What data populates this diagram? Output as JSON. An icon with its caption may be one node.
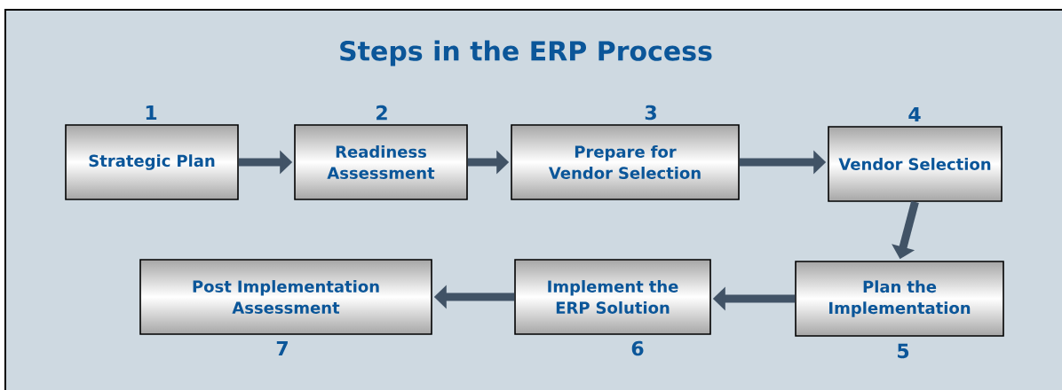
{
  "diagram": {
    "title": "Steps in the ERP Process",
    "nodes": [
      {
        "text": [
          "Strategic Plan"
        ],
        "beside": [
          "1"
        ]
      },
      {
        "text": [
          "Readiness Assessment"
        ],
        "beside": [
          "2"
        ]
      },
      {
        "text": [
          "Prepare for Vendor Selection"
        ],
        "beside": [
          "3"
        ]
      },
      {
        "text": [
          "Vendor Selection"
        ],
        "beside": [
          "4"
        ]
      },
      {
        "text": [
          "Plan the Implementation"
        ],
        "beside": [
          "5"
        ]
      },
      {
        "text": [
          "Implement the ERP Solution"
        ],
        "beside": [
          "6"
        ]
      },
      {
        "text": [
          "Post Implementation Assessment"
        ],
        "beside": [
          "7"
        ]
      }
    ],
    "edges": [
      {
        "from": 0,
        "to": 1,
        "arrow": "to"
      },
      {
        "from": 1,
        "to": 2,
        "arrow": "to"
      },
      {
        "from": 2,
        "to": 3,
        "arrow": "to"
      },
      {
        "from": 3,
        "to": 4,
        "arrow": "to"
      },
      {
        "from": 4,
        "to": 5,
        "arrow": "to"
      },
      {
        "from": 5,
        "to": 6,
        "arrow": "to"
      }
    ]
  }
}
